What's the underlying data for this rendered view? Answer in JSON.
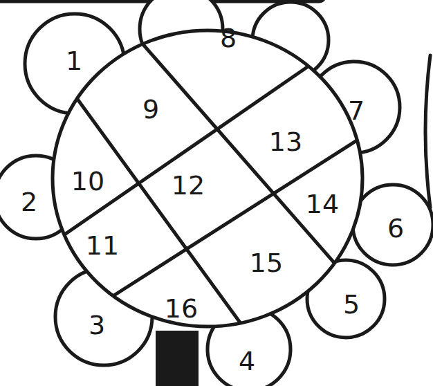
{
  "diagram": {
    "labels": [
      "1",
      "8",
      "7",
      "9",
      "13",
      "10",
      "12",
      "2",
      "14",
      "6",
      "11",
      "15",
      "16",
      "5",
      "3",
      "4"
    ]
  }
}
